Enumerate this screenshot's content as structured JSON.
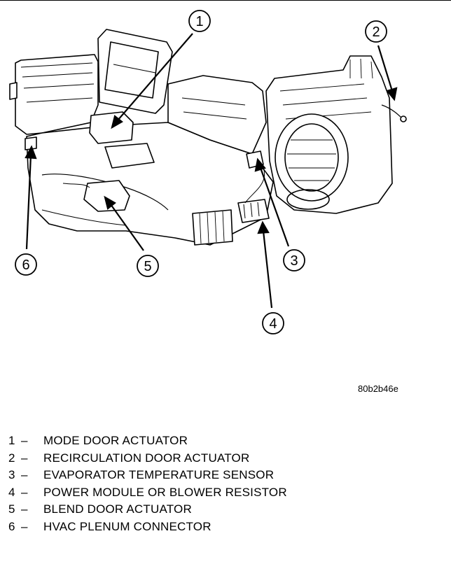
{
  "figure_code": "80b2b46e",
  "callouts": [
    "1",
    "2",
    "3",
    "4",
    "5",
    "6"
  ],
  "legend": [
    {
      "num": "1",
      "dash": "–",
      "label": "MODE DOOR ACTUATOR"
    },
    {
      "num": "2",
      "dash": "–",
      "label": "RECIRCULATION DOOR ACTUATOR"
    },
    {
      "num": "3",
      "dash": "–",
      "label": "EVAPORATOR TEMPERATURE SENSOR"
    },
    {
      "num": "4",
      "dash": "–",
      "label": "POWER MODULE OR BLOWER RESISTOR"
    },
    {
      "num": "5",
      "dash": "–",
      "label": "BLEND DOOR ACTUATOR"
    },
    {
      "num": "6",
      "dash": "–",
      "label": "HVAC PLENUM CONNECTOR"
    }
  ]
}
